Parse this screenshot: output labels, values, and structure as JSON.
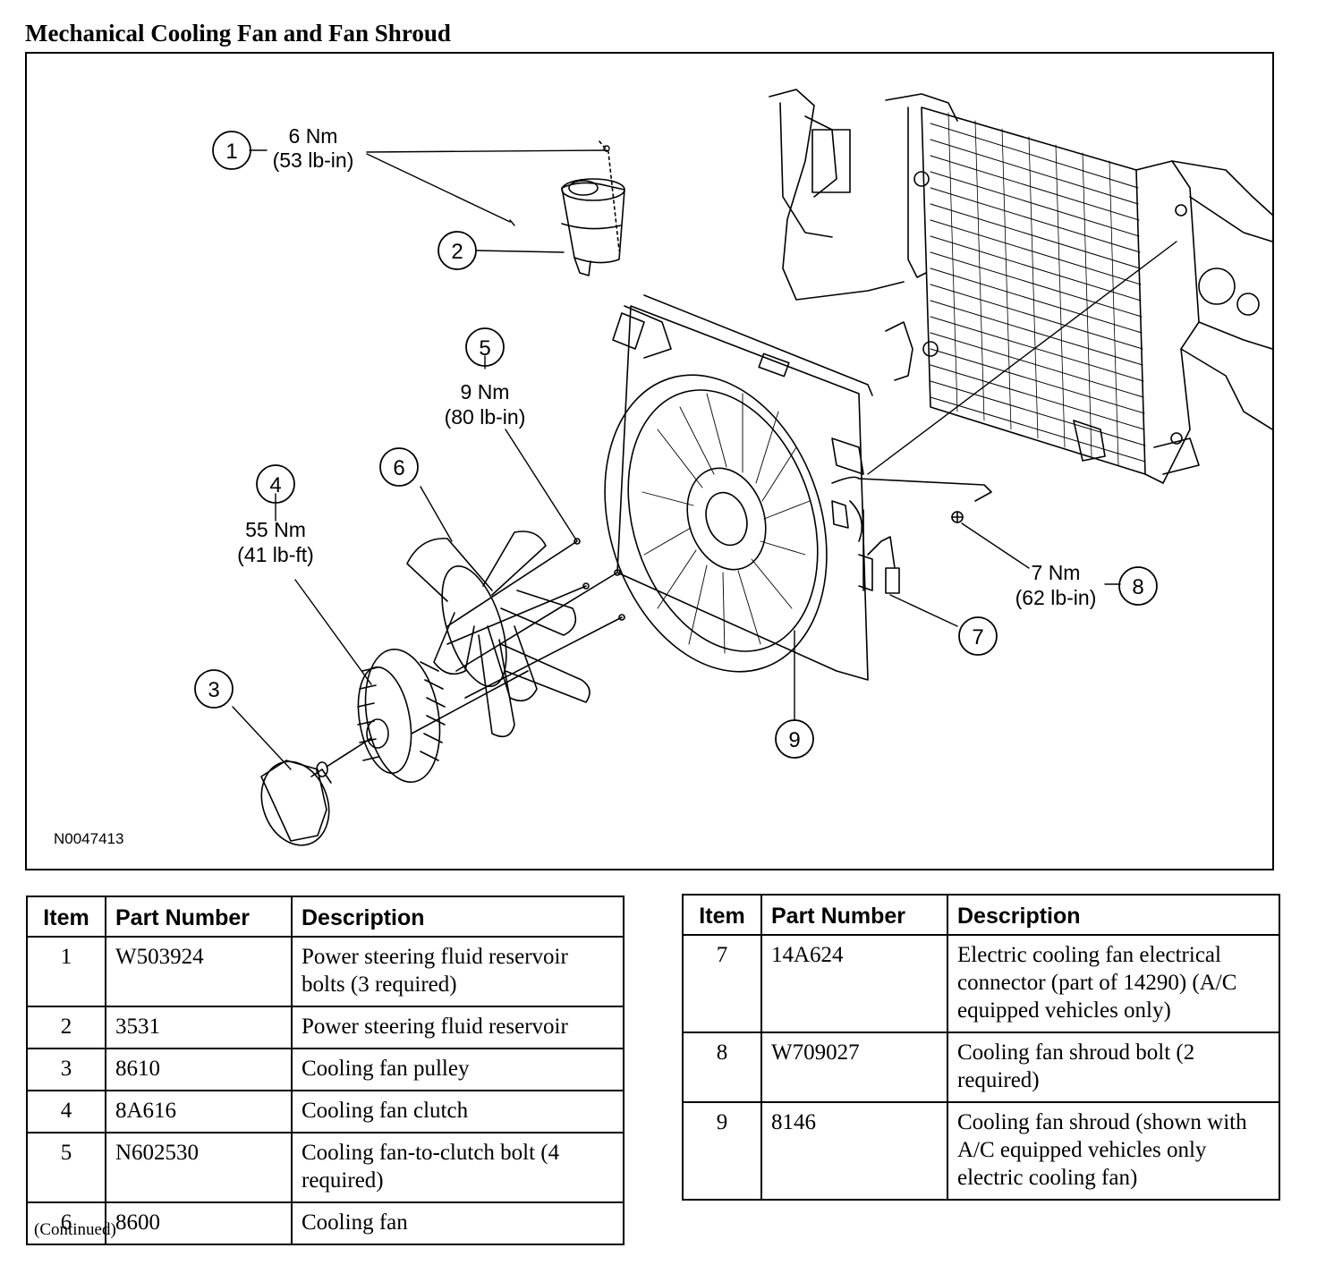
{
  "title": "Mechanical Cooling Fan and Fan Shroud",
  "figure": {
    "id": "N0047413",
    "callouts": [
      {
        "num": "1",
        "torque_nm": "6 Nm",
        "torque_imp": "(53 lb-in)"
      },
      {
        "num": "2"
      },
      {
        "num": "3"
      },
      {
        "num": "4",
        "torque_nm": "55 Nm",
        "torque_imp": "(41 lb-ft)"
      },
      {
        "num": "5",
        "torque_nm": "9 Nm",
        "torque_imp": "(80 lb-in)"
      },
      {
        "num": "6"
      },
      {
        "num": "7"
      },
      {
        "num": "8",
        "torque_nm": "7 Nm",
        "torque_imp": "(62 lb-in)"
      },
      {
        "num": "9"
      }
    ]
  },
  "table_headers": {
    "item": "Item",
    "part_number": "Part Number",
    "description": "Description"
  },
  "parts_left": [
    {
      "item": "1",
      "part": "W503924",
      "desc": "Power steering fluid reservoir bolts (3 required)"
    },
    {
      "item": "2",
      "part": "3531",
      "desc": "Power steering fluid reservoir"
    },
    {
      "item": "3",
      "part": "8610",
      "desc": "Cooling fan pulley"
    },
    {
      "item": "4",
      "part": "8A616",
      "desc": "Cooling fan clutch"
    },
    {
      "item": "5",
      "part": "N602530",
      "desc": "Cooling fan-to-clutch bolt (4 required)"
    },
    {
      "item": "6",
      "part": "8600",
      "desc": "Cooling fan"
    }
  ],
  "parts_right": [
    {
      "item": "7",
      "part": "14A624",
      "desc": "Electric cooling fan electrical connector (part of 14290) (A/C equipped vehicles only)"
    },
    {
      "item": "8",
      "part": "W709027",
      "desc": "Cooling fan shroud bolt (2 required)"
    },
    {
      "item": "9",
      "part": "8146",
      "desc": "Cooling fan shroud (shown with A/C equipped vehicles only electric cooling fan)"
    }
  ],
  "footer": "(Continued)"
}
